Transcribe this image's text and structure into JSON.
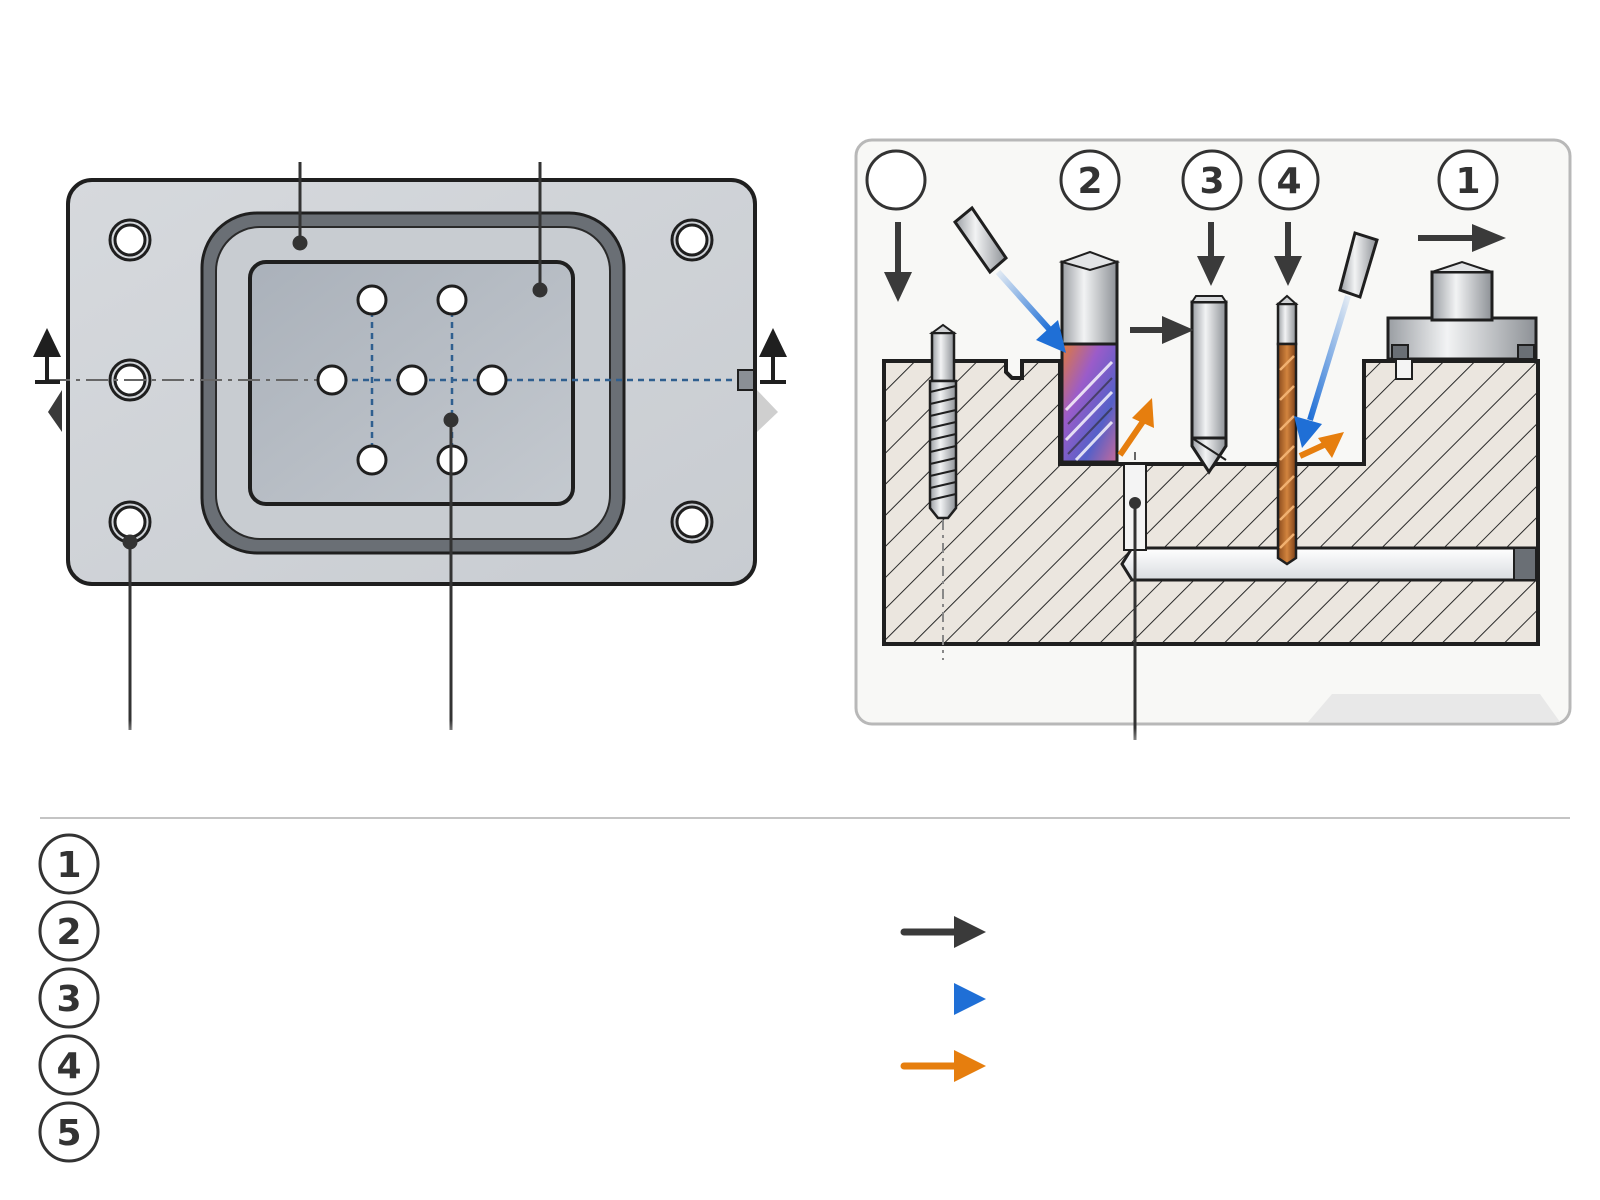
{
  "colors": {
    "background": "#ffffff",
    "plate_fill": "#d2d6db",
    "outline": "#1f1f1f",
    "dark_gray": "#3a3a3a",
    "section_hatch_bg": "#ebe6df",
    "section_panel_bg": "#f8f8f6",
    "flow_blue": "#1f6fd6",
    "chip_orange": "#e67e0e",
    "centerline_blue": "#2f5f8f"
  },
  "section_markers": {
    "1": "1",
    "2": "2",
    "3": "3",
    "4": "4"
  },
  "legend": {
    "items": [
      "1",
      "2",
      "3",
      "4",
      "5"
    ],
    "arrow_types": [
      {
        "icon": "dark-arrow-icon",
        "color": "#3a3a3a"
      },
      {
        "icon": "blue-arrow-icon",
        "color": "#1f6fd6"
      },
      {
        "icon": "orange-arrow-icon",
        "color": "#e67e0e"
      }
    ]
  }
}
